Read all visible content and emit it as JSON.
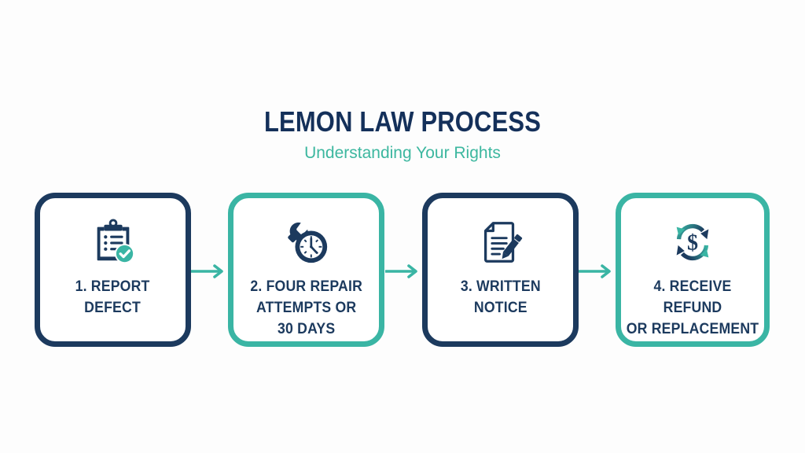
{
  "header": {
    "title": "LEMON LAW PROCESS",
    "subtitle": "Understanding Your Rights"
  },
  "colors": {
    "navy": "#1c3a5e",
    "teal": "#3ab5a4",
    "subtitle_teal": "#3cb79f",
    "background": "#fdfdfd"
  },
  "steps": [
    {
      "number": "1",
      "label": "1. REPORT\nDEFECT",
      "icon": "clipboard-check-icon",
      "border_color": "navy"
    },
    {
      "number": "2",
      "label": "2. FOUR REPAIR\nATTEMPTS OR\n30 DAYS",
      "icon": "wrench-clock-icon",
      "border_color": "teal"
    },
    {
      "number": "3",
      "label": "3. WRITTEN\nNOTICE",
      "icon": "document-pen-icon",
      "border_color": "navy"
    },
    {
      "number": "4",
      "label": "4. RECEIVE REFUND\nOR REPLACEMENT",
      "icon": "refund-cycle-dollar-icon",
      "border_color": "teal"
    }
  ],
  "connectors": [
    {
      "name": "arrow-step1-to-step2"
    },
    {
      "name": "arrow-step2-to-step3"
    },
    {
      "name": "arrow-step3-to-step4"
    }
  ]
}
